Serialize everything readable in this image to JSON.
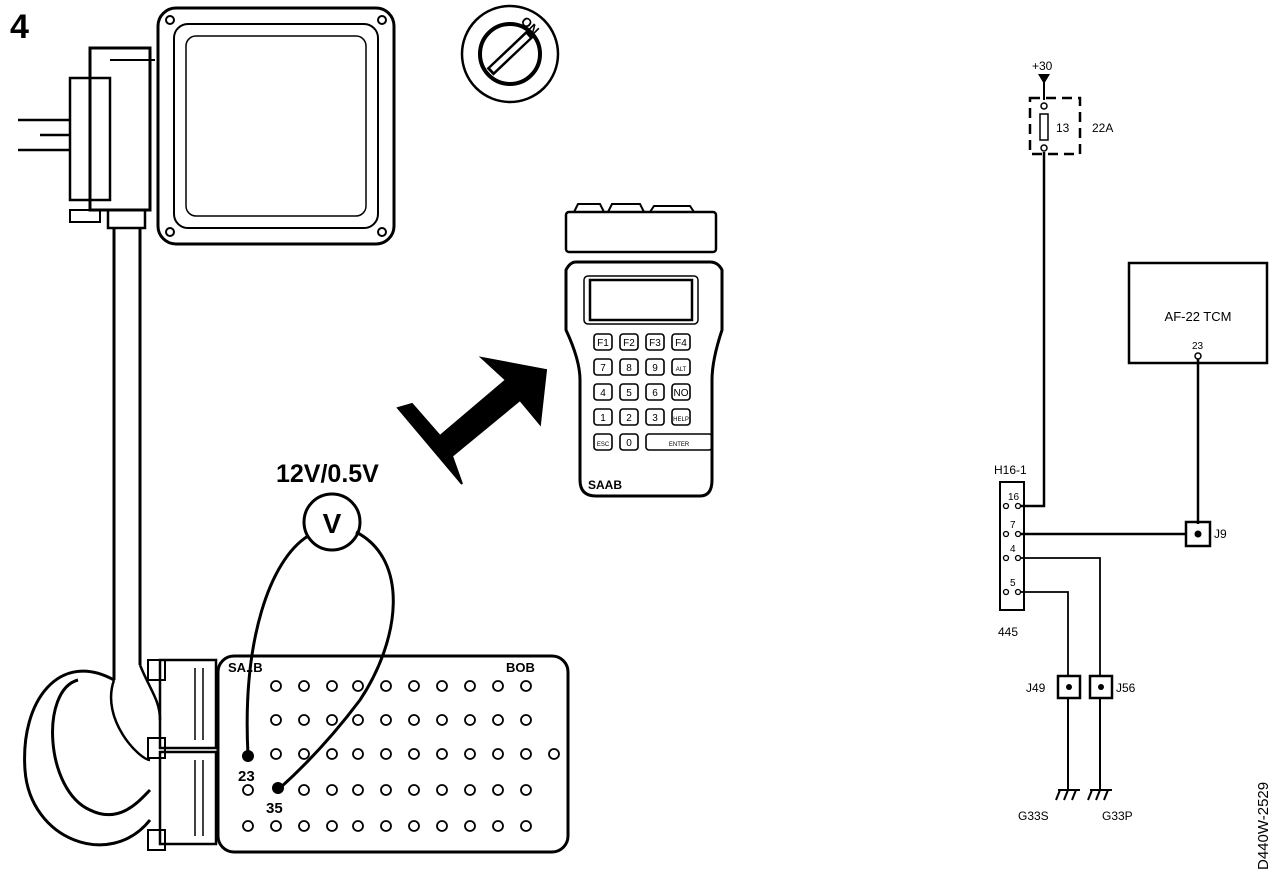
{
  "figure_number": "4",
  "ignition": {
    "on_label": "ON"
  },
  "voltmeter": {
    "range_label": "12V/0.5V",
    "symbol": "V"
  },
  "scan_tool": {
    "brand": "SAAB",
    "keys": [
      [
        "F1",
        "F2",
        "F3",
        "F4"
      ],
      [
        "7",
        "8",
        "9",
        "ALT"
      ],
      [
        "4",
        "5",
        "6",
        "NO"
      ],
      [
        "1",
        "2",
        "3",
        "HELP"
      ],
      [
        "ESC",
        "0",
        "ENTER"
      ]
    ]
  },
  "breakout_box": {
    "left_label": "SA..B",
    "right_label": "BOB",
    "probe_pins": [
      "23",
      "35"
    ]
  },
  "schematic": {
    "supply": "+30",
    "fuse_number": "13",
    "fuse_rating": "22A",
    "tcm_label": "AF-22 TCM",
    "tcm_pin": "23",
    "connector_name": "H16-1",
    "connector_pins": [
      "16",
      "7",
      "4",
      "5"
    ],
    "connector_part": "445",
    "junction_j9": "J9",
    "junction_j49": "J49",
    "junction_j56": "J56",
    "ground_g33s": "G33S",
    "ground_g33p": "G33P"
  },
  "drawing_code": "D440W-2529"
}
